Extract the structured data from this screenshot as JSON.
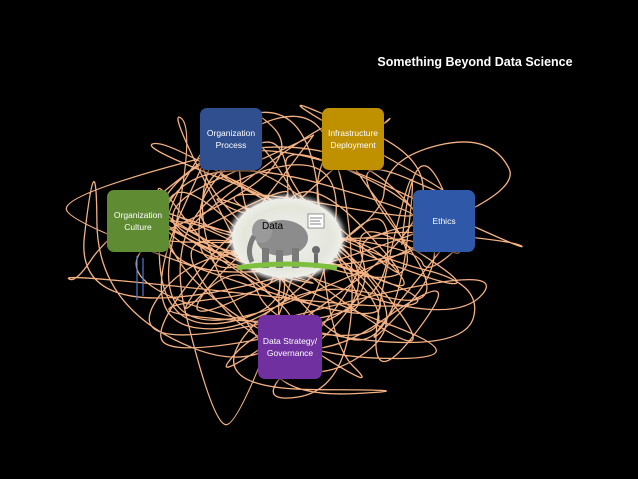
{
  "title": "Something Beyond Data Science",
  "boxes": {
    "org_process": "Organization\nProcess",
    "infrastructure": "Infrastructure\nDeployment",
    "org_culture": "Organization\nCulture",
    "ethics": "Ethics",
    "data_strategy": "Data  Strategy/\nGovernance"
  },
  "center": {
    "label": "Data"
  },
  "colors": {
    "background": "#000000",
    "scribble": "#f4b183",
    "org_process": "#2f4f8f",
    "infrastructure": "#bf9000",
    "org_culture": "#5f8b32",
    "ethics": "#2f58a8",
    "data_strategy": "#7030a0"
  }
}
